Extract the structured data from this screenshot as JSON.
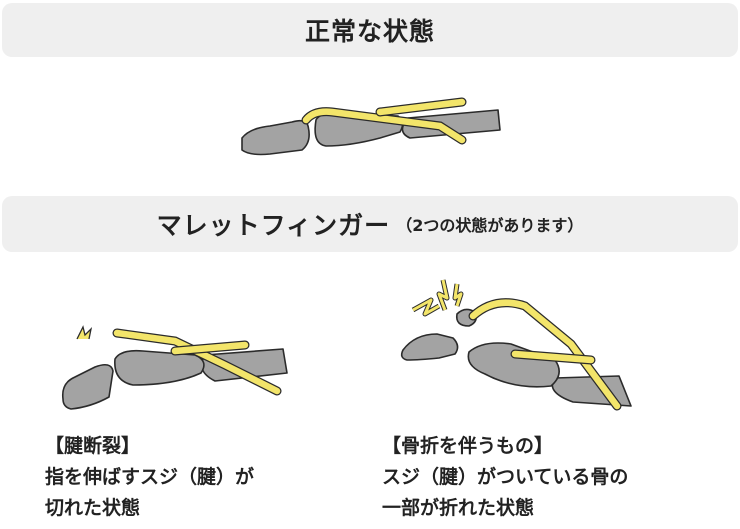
{
  "sections": {
    "normal": {
      "title": "正常な状態"
    },
    "mallet": {
      "title": "マレットフィンガー",
      "subtitle": "（2つの状態があります）"
    }
  },
  "types": [
    {
      "heading": "【腱断裂】",
      "lines": [
        "指を伸ばすスジ（腱）が",
        "切れた状態"
      ]
    },
    {
      "heading": "【骨折を伴うもの】",
      "lines": [
        "スジ（腱）がついている骨の",
        "一部が折れた状態"
      ]
    }
  ],
  "colors": {
    "bone": "#a3a3a3",
    "tendon": "#f3e56a",
    "outline": "#2b2b2b",
    "header_bg": "#efefef"
  }
}
